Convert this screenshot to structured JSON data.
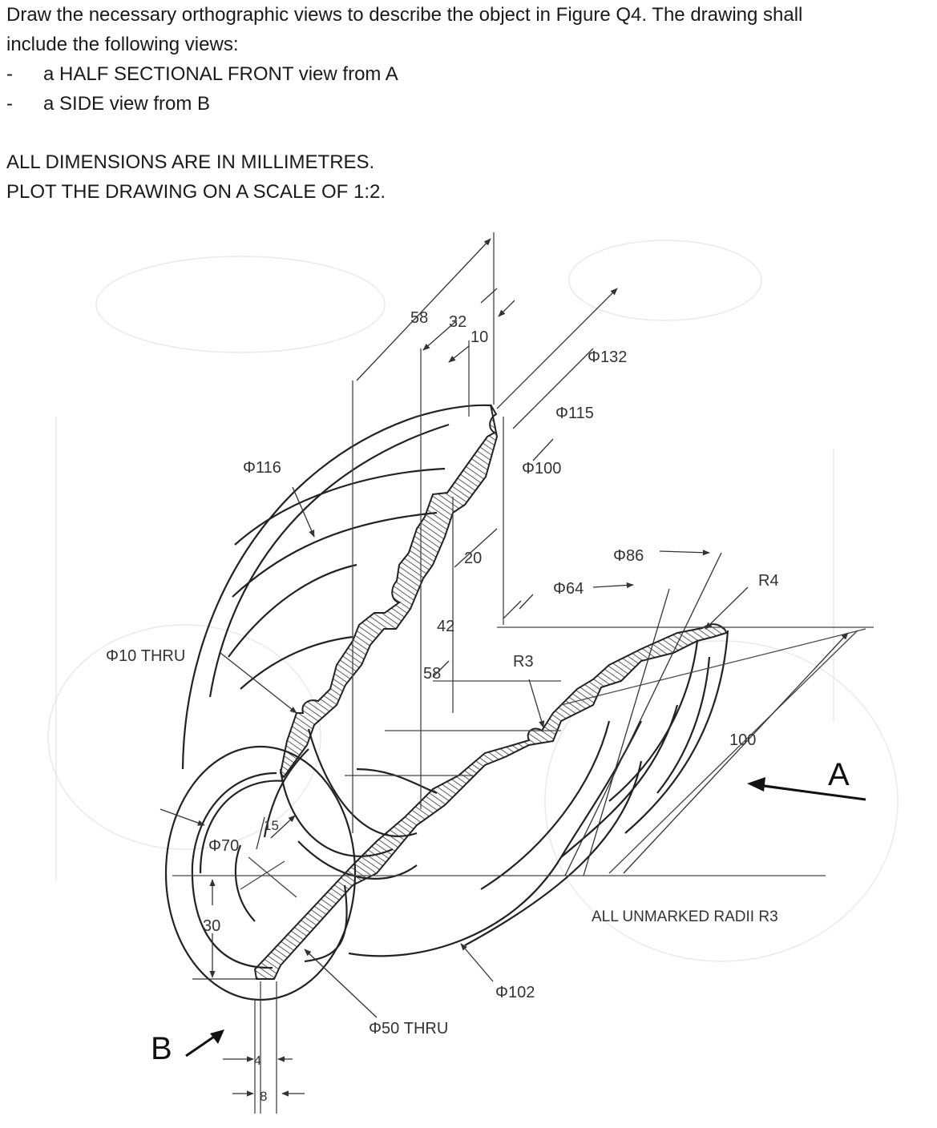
{
  "instructions": {
    "line1": "Draw the necessary orthographic views to describe the object in Figure Q4. The drawing shall",
    "line2": "include the following views:",
    "bullets": [
      {
        "dash": "-",
        "text": "a HALF SECTIONAL FRONT view from A"
      },
      {
        "dash": "-",
        "text": "a SIDE view from B"
      }
    ],
    "units_note": "ALL DIMENSIONS ARE IN MILLIMETRES.",
    "scale_note": "PLOT THE DRAWING ON A SCALE OF 1:2."
  },
  "figure": {
    "dimensions": {
      "d58_top": "58",
      "d32": "32",
      "d10": "10",
      "phi132": "Φ132",
      "phi115": "Φ115",
      "phi116": "Φ116",
      "phi100": "Φ100",
      "d20": "20",
      "phi86": "Φ86",
      "phi64": "Φ64",
      "r4": "R4",
      "d42": "42",
      "phi10": "Φ10 THRU",
      "d58_mid": "58",
      "r3": "R3",
      "d100": "100",
      "d15": "15",
      "phi70": "Φ70",
      "d30": "30",
      "phi102": "Φ102",
      "phi50": "Φ50 THRU",
      "d4": "4",
      "d8": "8"
    },
    "view_label_a": "A",
    "view_label_b": "B",
    "radii_note": "ALL UNMARKED RADII R3"
  }
}
